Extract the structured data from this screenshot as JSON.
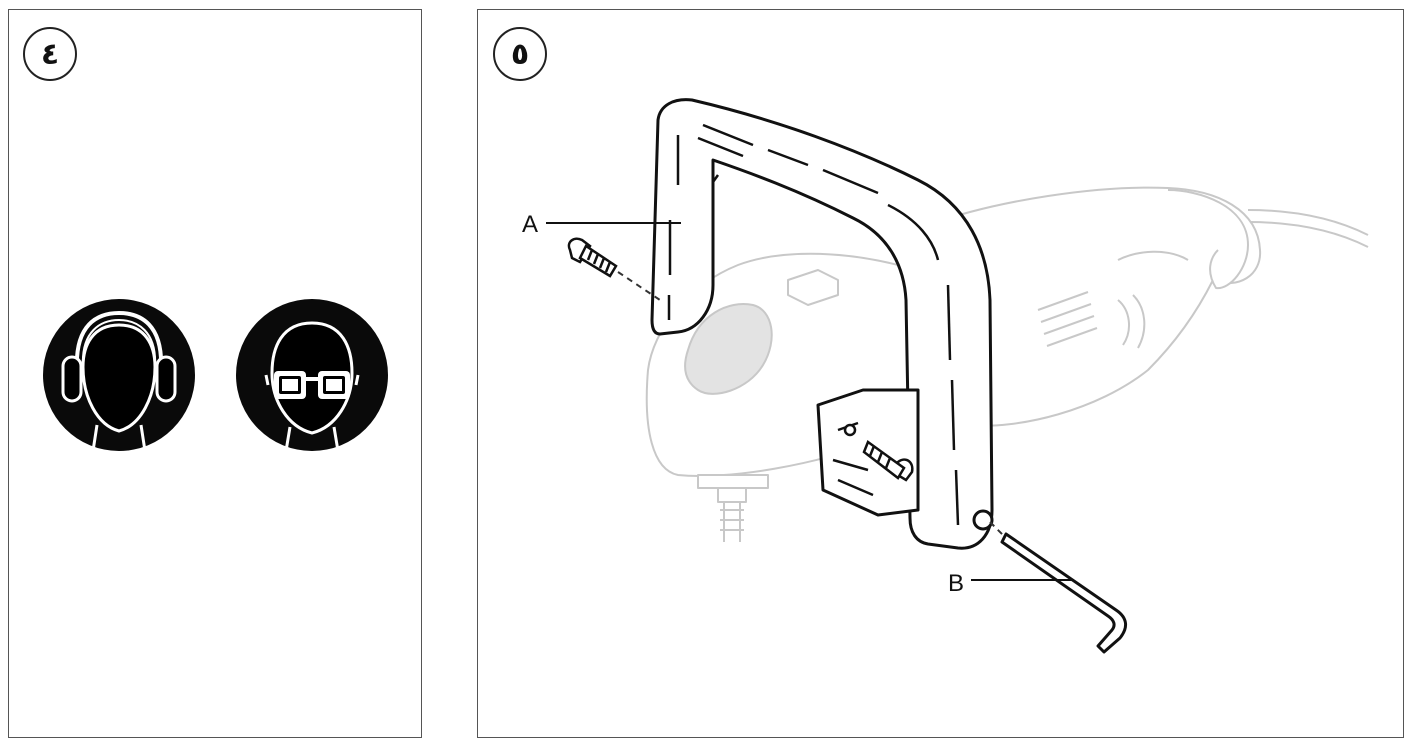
{
  "panels": [
    {
      "step": "٤",
      "signs": [
        "ear-protection",
        "eye-protection"
      ]
    },
    {
      "step": "٥",
      "callouts": {
        "a": "A",
        "b": "B"
      }
    }
  ],
  "colors": {
    "ink": "#111111",
    "line": "#333333",
    "faded_tool": "#c8c8c8",
    "sign_bg": "#0a0a0a"
  },
  "icons": [
    "hearing-protection-icon",
    "eye-protection-icon",
    "hex-key-icon",
    "screw-icon",
    "handle-icon",
    "polisher-icon"
  ]
}
